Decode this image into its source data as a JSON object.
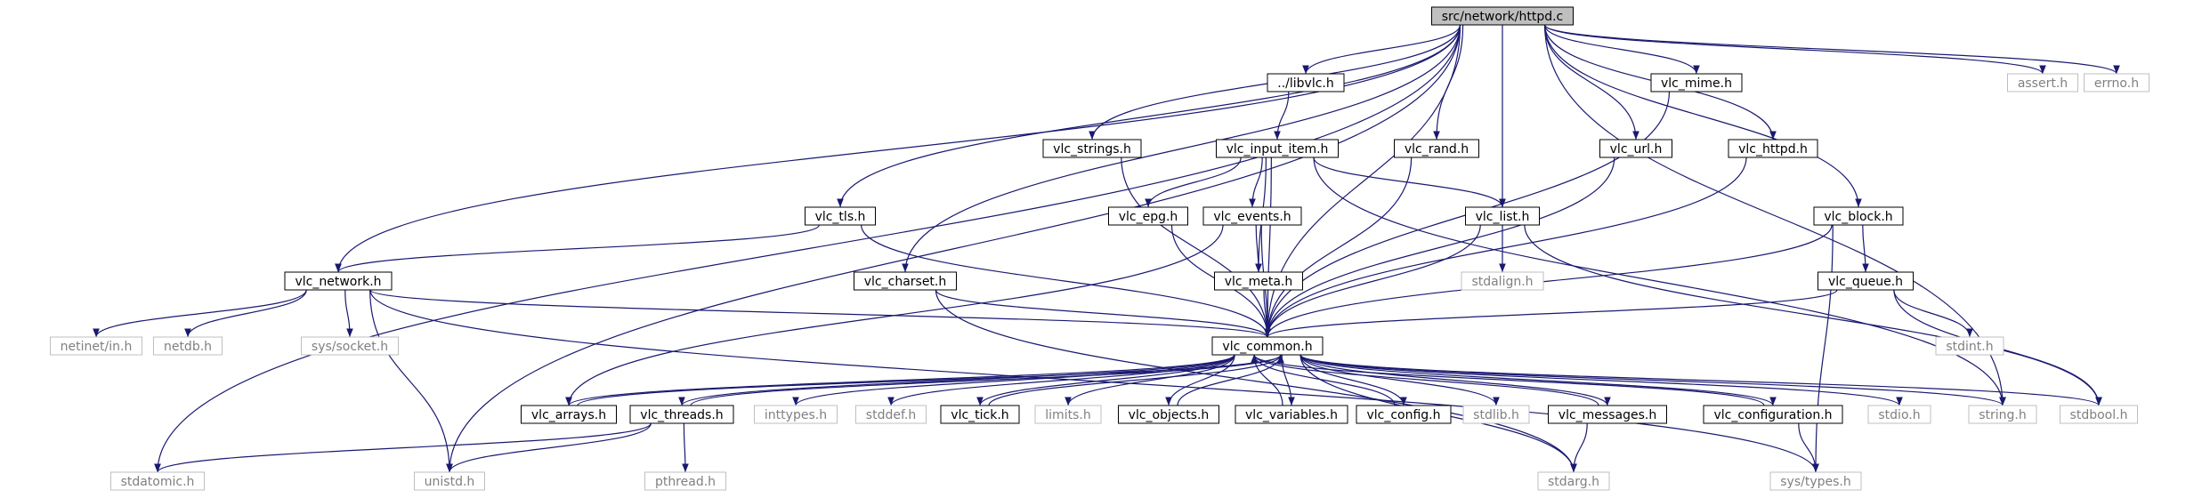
{
  "diagram": {
    "type": "include-dependency-graph",
    "colors": {
      "edge": "#191970",
      "root_fill": "#bfbfbf",
      "local_border": "#000000",
      "system_border": "#bfbfbf",
      "system_text": "#808080"
    },
    "nodes": [
      {
        "id": "httpd_c",
        "label": "src/network/httpd.c",
        "kind": "root"
      },
      {
        "id": "libvlc_h",
        "label": "../libvlc.h",
        "kind": "local"
      },
      {
        "id": "vlc_mime_h",
        "label": "vlc_mime.h",
        "kind": "local"
      },
      {
        "id": "assert_h",
        "label": "assert.h",
        "kind": "system"
      },
      {
        "id": "errno_h",
        "label": "errno.h",
        "kind": "system"
      },
      {
        "id": "vlc_strings_h",
        "label": "vlc_strings.h",
        "kind": "local"
      },
      {
        "id": "vlc_input_item_h",
        "label": "vlc_input_item.h",
        "kind": "local"
      },
      {
        "id": "vlc_rand_h",
        "label": "vlc_rand.h",
        "kind": "local"
      },
      {
        "id": "vlc_url_h",
        "label": "vlc_url.h",
        "kind": "local"
      },
      {
        "id": "vlc_httpd_h",
        "label": "vlc_httpd.h",
        "kind": "local"
      },
      {
        "id": "vlc_tls_h",
        "label": "vlc_tls.h",
        "kind": "local"
      },
      {
        "id": "vlc_epg_h",
        "label": "vlc_epg.h",
        "kind": "local"
      },
      {
        "id": "vlc_events_h",
        "label": "vlc_events.h",
        "kind": "local"
      },
      {
        "id": "vlc_list_h",
        "label": "vlc_list.h",
        "kind": "local"
      },
      {
        "id": "vlc_block_h",
        "label": "vlc_block.h",
        "kind": "local"
      },
      {
        "id": "vlc_network_h",
        "label": "vlc_network.h",
        "kind": "local"
      },
      {
        "id": "vlc_charset_h",
        "label": "vlc_charset.h",
        "kind": "local"
      },
      {
        "id": "vlc_meta_h",
        "label": "vlc_meta.h",
        "kind": "local"
      },
      {
        "id": "stdalign_h",
        "label": "stdalign.h",
        "kind": "system"
      },
      {
        "id": "vlc_queue_h",
        "label": "vlc_queue.h",
        "kind": "local"
      },
      {
        "id": "netinet_in_h",
        "label": "netinet/in.h",
        "kind": "system"
      },
      {
        "id": "netdb_h",
        "label": "netdb.h",
        "kind": "system"
      },
      {
        "id": "sys_socket_h",
        "label": "sys/socket.h",
        "kind": "system"
      },
      {
        "id": "vlc_common_h",
        "label": "vlc_common.h",
        "kind": "local"
      },
      {
        "id": "stdint_h",
        "label": "stdint.h",
        "kind": "system"
      },
      {
        "id": "vlc_arrays_h",
        "label": "vlc_arrays.h",
        "kind": "local"
      },
      {
        "id": "vlc_threads_h",
        "label": "vlc_threads.h",
        "kind": "local"
      },
      {
        "id": "inttypes_h",
        "label": "inttypes.h",
        "kind": "system"
      },
      {
        "id": "stddef_h",
        "label": "stddef.h",
        "kind": "system"
      },
      {
        "id": "vlc_tick_h",
        "label": "vlc_tick.h",
        "kind": "local"
      },
      {
        "id": "limits_h",
        "label": "limits.h",
        "kind": "system"
      },
      {
        "id": "vlc_objects_h",
        "label": "vlc_objects.h",
        "kind": "local"
      },
      {
        "id": "vlc_variables_h",
        "label": "vlc_variables.h",
        "kind": "local"
      },
      {
        "id": "vlc_config_h",
        "label": "vlc_config.h",
        "kind": "local"
      },
      {
        "id": "stdlib_h",
        "label": "stdlib.h",
        "kind": "system"
      },
      {
        "id": "vlc_messages_h",
        "label": "vlc_messages.h",
        "kind": "local"
      },
      {
        "id": "vlc_configuration_h",
        "label": "vlc_configuration.h",
        "kind": "local"
      },
      {
        "id": "stdio_h",
        "label": "stdio.h",
        "kind": "system"
      },
      {
        "id": "string_h",
        "label": "string.h",
        "kind": "system"
      },
      {
        "id": "stdbool_h",
        "label": "stdbool.h",
        "kind": "system"
      },
      {
        "id": "stdatomic_h",
        "label": "stdatomic.h",
        "kind": "system"
      },
      {
        "id": "unistd_h",
        "label": "unistd.h",
        "kind": "system"
      },
      {
        "id": "pthread_h",
        "label": "pthread.h",
        "kind": "system"
      },
      {
        "id": "stdarg_h",
        "label": "stdarg.h",
        "kind": "system"
      },
      {
        "id": "sys_types_h",
        "label": "sys/types.h",
        "kind": "system"
      }
    ],
    "edges": [
      [
        "httpd_c",
        "libvlc_h"
      ],
      [
        "httpd_c",
        "vlc_mime_h"
      ],
      [
        "httpd_c",
        "assert_h"
      ],
      [
        "httpd_c",
        "errno_h"
      ],
      [
        "httpd_c",
        "vlc_strings_h"
      ],
      [
        "httpd_c",
        "vlc_rand_h"
      ],
      [
        "httpd_c",
        "vlc_url_h"
      ],
      [
        "httpd_c",
        "vlc_httpd_h"
      ],
      [
        "httpd_c",
        "vlc_tls_h"
      ],
      [
        "httpd_c",
        "vlc_list_h"
      ],
      [
        "httpd_c",
        "vlc_block_h"
      ],
      [
        "httpd_c",
        "vlc_network_h"
      ],
      [
        "httpd_c",
        "vlc_charset_h"
      ],
      [
        "httpd_c",
        "vlc_common_h"
      ],
      [
        "httpd_c",
        "string_h"
      ],
      [
        "httpd_c",
        "stdatomic_h"
      ],
      [
        "httpd_c",
        "unistd_h"
      ],
      [
        "libvlc_h",
        "vlc_input_item_h"
      ],
      [
        "vlc_input_item_h",
        "vlc_epg_h"
      ],
      [
        "vlc_input_item_h",
        "vlc_events_h"
      ],
      [
        "vlc_input_item_h",
        "vlc_list_h"
      ],
      [
        "vlc_input_item_h",
        "vlc_meta_h"
      ],
      [
        "vlc_input_item_h",
        "vlc_common_h"
      ],
      [
        "vlc_input_item_h",
        "string_h"
      ],
      [
        "vlc_events_h",
        "vlc_meta_h"
      ],
      [
        "vlc_events_h",
        "vlc_common_h"
      ],
      [
        "vlc_events_h",
        "vlc_arrays_h"
      ],
      [
        "vlc_epg_h",
        "vlc_common_h"
      ],
      [
        "vlc_meta_h",
        "vlc_common_h"
      ],
      [
        "vlc_list_h",
        "stdalign_h"
      ],
      [
        "vlc_list_h",
        "vlc_common_h"
      ],
      [
        "vlc_list_h",
        "stdbool_h"
      ],
      [
        "vlc_strings_h",
        "vlc_common_h"
      ],
      [
        "vlc_rand_h",
        "vlc_common_h"
      ],
      [
        "vlc_url_h",
        "vlc_common_h"
      ],
      [
        "vlc_mime_h",
        "vlc_common_h"
      ],
      [
        "vlc_httpd_h",
        "vlc_common_h"
      ],
      [
        "vlc_tls_h",
        "vlc_network_h"
      ],
      [
        "vlc_tls_h",
        "vlc_common_h"
      ],
      [
        "vlc_block_h",
        "vlc_queue_h"
      ],
      [
        "vlc_block_h",
        "vlc_common_h"
      ],
      [
        "vlc_block_h",
        "sys_types_h"
      ],
      [
        "vlc_queue_h",
        "vlc_common_h"
      ],
      [
        "vlc_queue_h",
        "stdint_h"
      ],
      [
        "vlc_queue_h",
        "stdbool_h"
      ],
      [
        "vlc_network_h",
        "netinet_in_h"
      ],
      [
        "vlc_network_h",
        "netdb_h"
      ],
      [
        "vlc_network_h",
        "sys_socket_h"
      ],
      [
        "vlc_network_h",
        "vlc_common_h"
      ],
      [
        "vlc_network_h",
        "unistd_h"
      ],
      [
        "vlc_network_h",
        "sys_types_h"
      ],
      [
        "vlc_charset_h",
        "vlc_common_h"
      ],
      [
        "vlc_charset_h",
        "stdarg_h"
      ],
      [
        "vlc_common_h",
        "vlc_arrays_h"
      ],
      [
        "vlc_common_h",
        "vlc_threads_h"
      ],
      [
        "vlc_common_h",
        "inttypes_h"
      ],
      [
        "vlc_common_h",
        "stddef_h"
      ],
      [
        "vlc_common_h",
        "vlc_tick_h"
      ],
      [
        "vlc_common_h",
        "limits_h"
      ],
      [
        "vlc_common_h",
        "vlc_objects_h"
      ],
      [
        "vlc_common_h",
        "vlc_variables_h"
      ],
      [
        "vlc_common_h",
        "vlc_config_h"
      ],
      [
        "vlc_common_h",
        "stdlib_h"
      ],
      [
        "vlc_common_h",
        "vlc_messages_h"
      ],
      [
        "vlc_common_h",
        "vlc_configuration_h"
      ],
      [
        "vlc_common_h",
        "stdio_h"
      ],
      [
        "vlc_common_h",
        "string_h"
      ],
      [
        "vlc_common_h",
        "stdbool_h"
      ],
      [
        "vlc_common_h",
        "stdarg_h"
      ],
      [
        "vlc_arrays_h",
        "vlc_common_h"
      ],
      [
        "vlc_threads_h",
        "vlc_common_h"
      ],
      [
        "vlc_tick_h",
        "vlc_common_h"
      ],
      [
        "vlc_objects_h",
        "vlc_common_h"
      ],
      [
        "vlc_variables_h",
        "vlc_common_h"
      ],
      [
        "vlc_config_h",
        "vlc_common_h"
      ],
      [
        "vlc_messages_h",
        "vlc_common_h"
      ],
      [
        "vlc_configuration_h",
        "vlc_common_h"
      ],
      [
        "vlc_threads_h",
        "stdatomic_h"
      ],
      [
        "vlc_threads_h",
        "unistd_h"
      ],
      [
        "vlc_threads_h",
        "pthread_h"
      ],
      [
        "vlc_messages_h",
        "stdarg_h"
      ],
      [
        "vlc_configuration_h",
        "sys_types_h"
      ]
    ]
  }
}
